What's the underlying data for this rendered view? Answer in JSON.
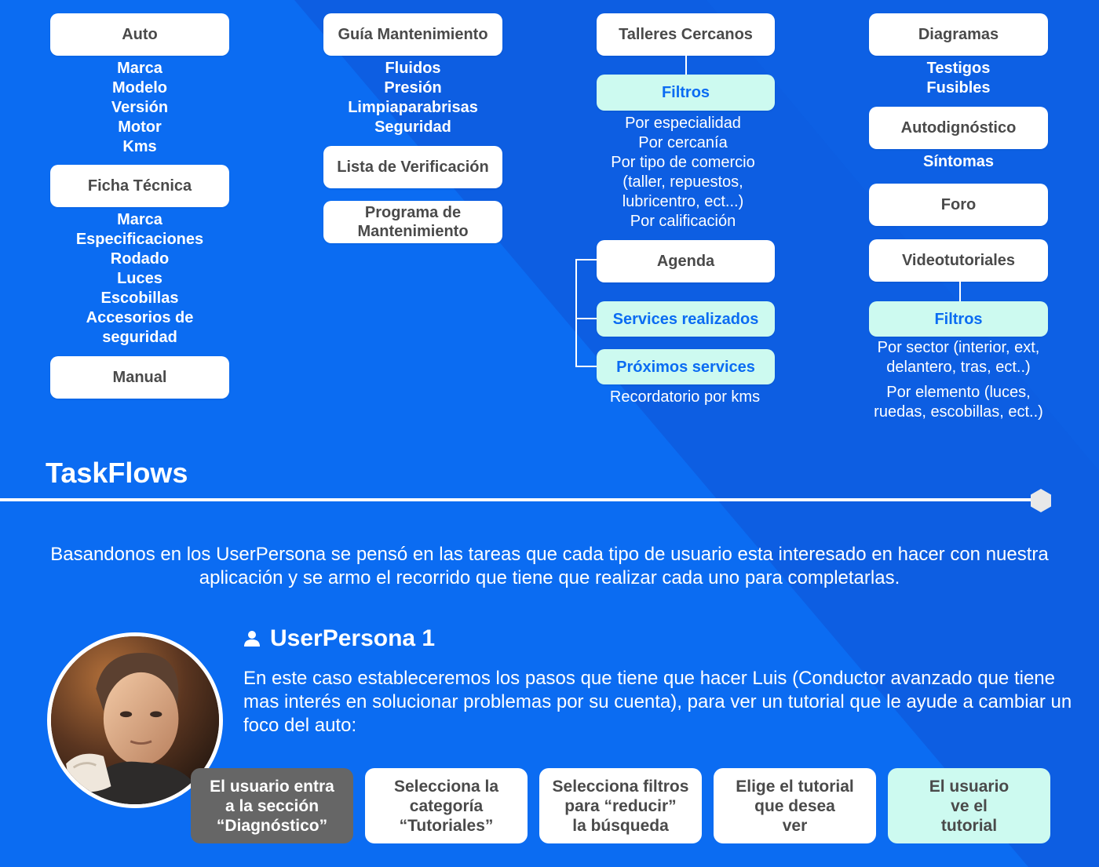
{
  "colors": {
    "background": "#0b6cf2",
    "band": "#0f59dc",
    "box": "#ffffff",
    "mint": "#cdfaf0",
    "dark": "#666666",
    "accent_text": "#0b6cf2"
  },
  "col1": {
    "auto": "Auto",
    "auto_items": [
      "Marca",
      "Modelo",
      "Versión",
      "Motor",
      "Kms"
    ],
    "ficha": "Ficha Técnica",
    "ficha_items": [
      "Marca",
      "Especificaciones",
      "Rodado",
      "Luces",
      "Escobillas",
      "Accesorios de",
      "seguridad"
    ],
    "manual": "Manual"
  },
  "col2": {
    "guia": "Guía Mantenimiento",
    "guia_items": [
      "Fluidos",
      "Presión",
      "Limpiaparabrisas",
      "Seguridad"
    ],
    "lista": "Lista de Verificación",
    "programa": [
      "Programa de",
      "Mantenimiento"
    ]
  },
  "col3": {
    "talleres": "Talleres Cercanos",
    "filtros": "Filtros",
    "filtros_items": [
      "Por especialidad",
      "Por cercanía",
      "Por tipo de comercio",
      "(taller, repuestos,",
      "lubricentro, ect...)",
      "Por calificación"
    ],
    "agenda": "Agenda",
    "services": "Services realizados",
    "proximos": "Próximos services",
    "recordatorio": "Recordatorio por kms"
  },
  "col4": {
    "diagramas": "Diagramas",
    "diagramas_items": [
      "Testigos",
      "Fusibles"
    ],
    "autodiag": "Autodignóstico",
    "sintomas": "Síntomas",
    "foro": "Foro",
    "video": "Videotutoriales",
    "filtros": "Filtros",
    "sector_items": [
      "Por sector (interior, ext,",
      "delantero, tras, ect..)"
    ],
    "elemento_items": [
      "Por elemento (luces,",
      "ruedas, escobillas, ect..)"
    ]
  },
  "taskflows": {
    "title": "TaskFlows",
    "intro": "Basandonos en los UserPersona se pensó en las tareas que cada tipo de usuario esta interesado en hacer con nuestra aplicación y se armo el recorrido que tiene que realizar cada uno para completarlas.",
    "persona_title": "UserPersona 1",
    "persona_icon": "user-icon",
    "persona_desc": "En este caso estableceremos los pasos que tiene que hacer Luis (Conductor avanzado que tiene mas interés en solucionar problemas por su cuenta), para ver un tutorial que le ayude a cambiar un foco del auto:",
    "steps": [
      [
        "El usuario entra",
        "a la sección",
        "“Diagnóstico”"
      ],
      [
        "Selecciona la",
        "categoría",
        "“Tutoriales”"
      ],
      [
        "Selecciona filtros",
        "para “reducir”",
        "la búsqueda"
      ],
      [
        "Elige el tutorial",
        "que desea",
        "ver"
      ],
      [
        "El usuario",
        "ve el",
        "tutorial"
      ]
    ]
  }
}
